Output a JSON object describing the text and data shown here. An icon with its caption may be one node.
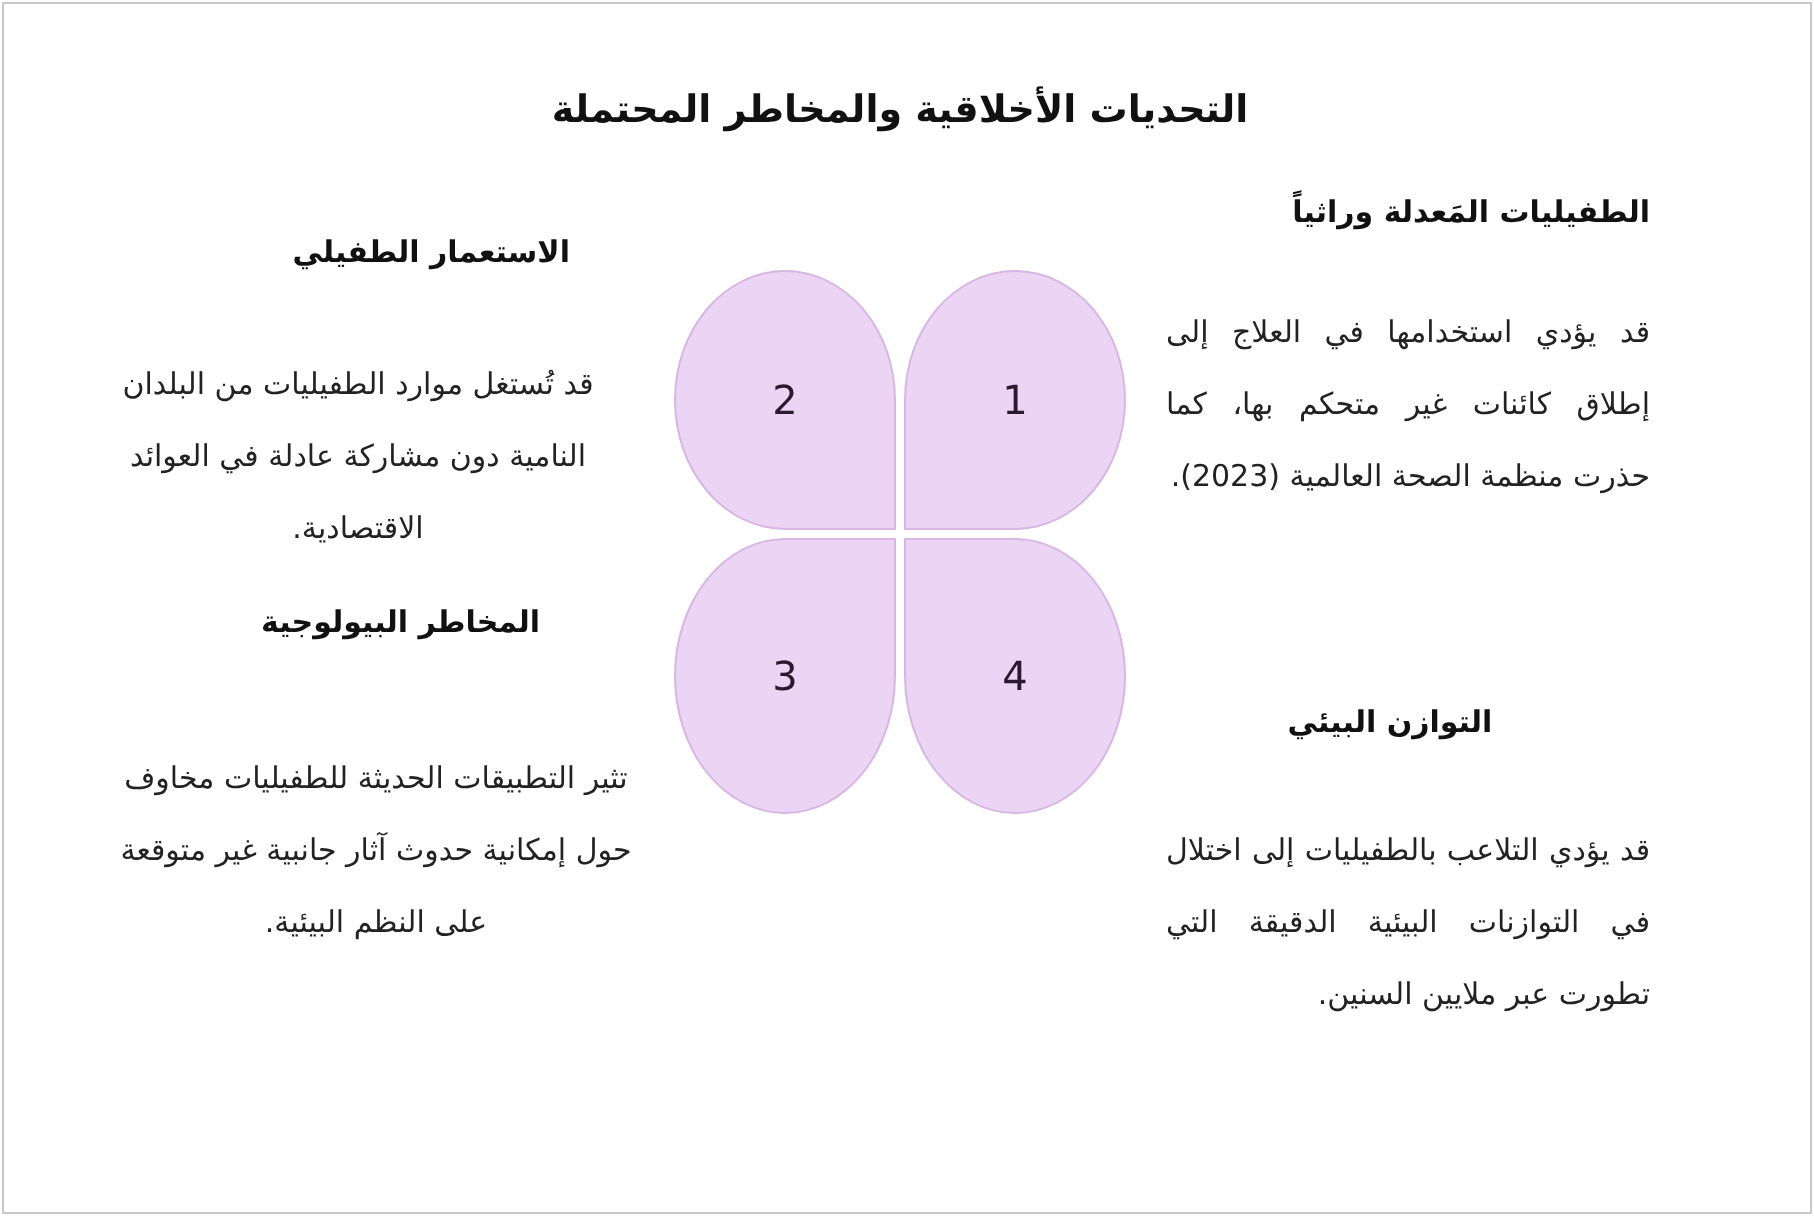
{
  "diagram": {
    "title": "التحديات الأخلاقية والمخاطر المحتملة",
    "nodes": [
      {
        "text": [
          "1"
        ]
      },
      {
        "text": [
          "2"
        ]
      },
      {
        "text": [
          "3"
        ]
      },
      {
        "text": [
          "4"
        ]
      }
    ],
    "labels": [
      "الطفيليات المَعدلة وراثياً",
      "الاستعمار الطفيلي",
      "قد يؤدي استخدامها في العلاج إلى إطلاق كائنات غير متحكم بها، كما حذرت منظمة الصحة العالمية (2023).",
      "قد تُستغل موارد الطفيليات من البلدان النامية دون مشاركة عادلة في العوائد الاقتصادية.",
      "المخاطر البيولوجية",
      "التوازن البيئي",
      "تثير التطبيقات الحديثة للطفيليات مخاوف حول إمكانية حدوث آثار جانبية غير متوقعة على النظم البيئية.",
      "قد يؤدي التلاعب بالطفيليات إلى اختلال في التوازنات البيئية الدقيقة التي تطورت عبر ملايين السنين."
    ]
  }
}
